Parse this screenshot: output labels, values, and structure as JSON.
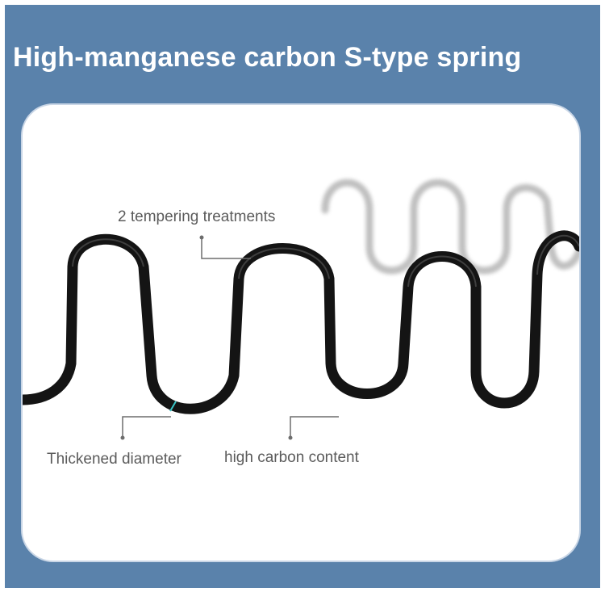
{
  "title": "High-manganese carbon S-type spring",
  "callouts": {
    "top": "2 tempering treatments",
    "bottom_left": "Thickened diameter",
    "bottom_right": "high carbon content"
  },
  "colors": {
    "background": "#5a82ab",
    "title_text": "#ffffff",
    "spring": "#141414",
    "label_text": "#5b5b5b",
    "leader_line": "#6d6d6d",
    "accent": "#39c6c8"
  }
}
